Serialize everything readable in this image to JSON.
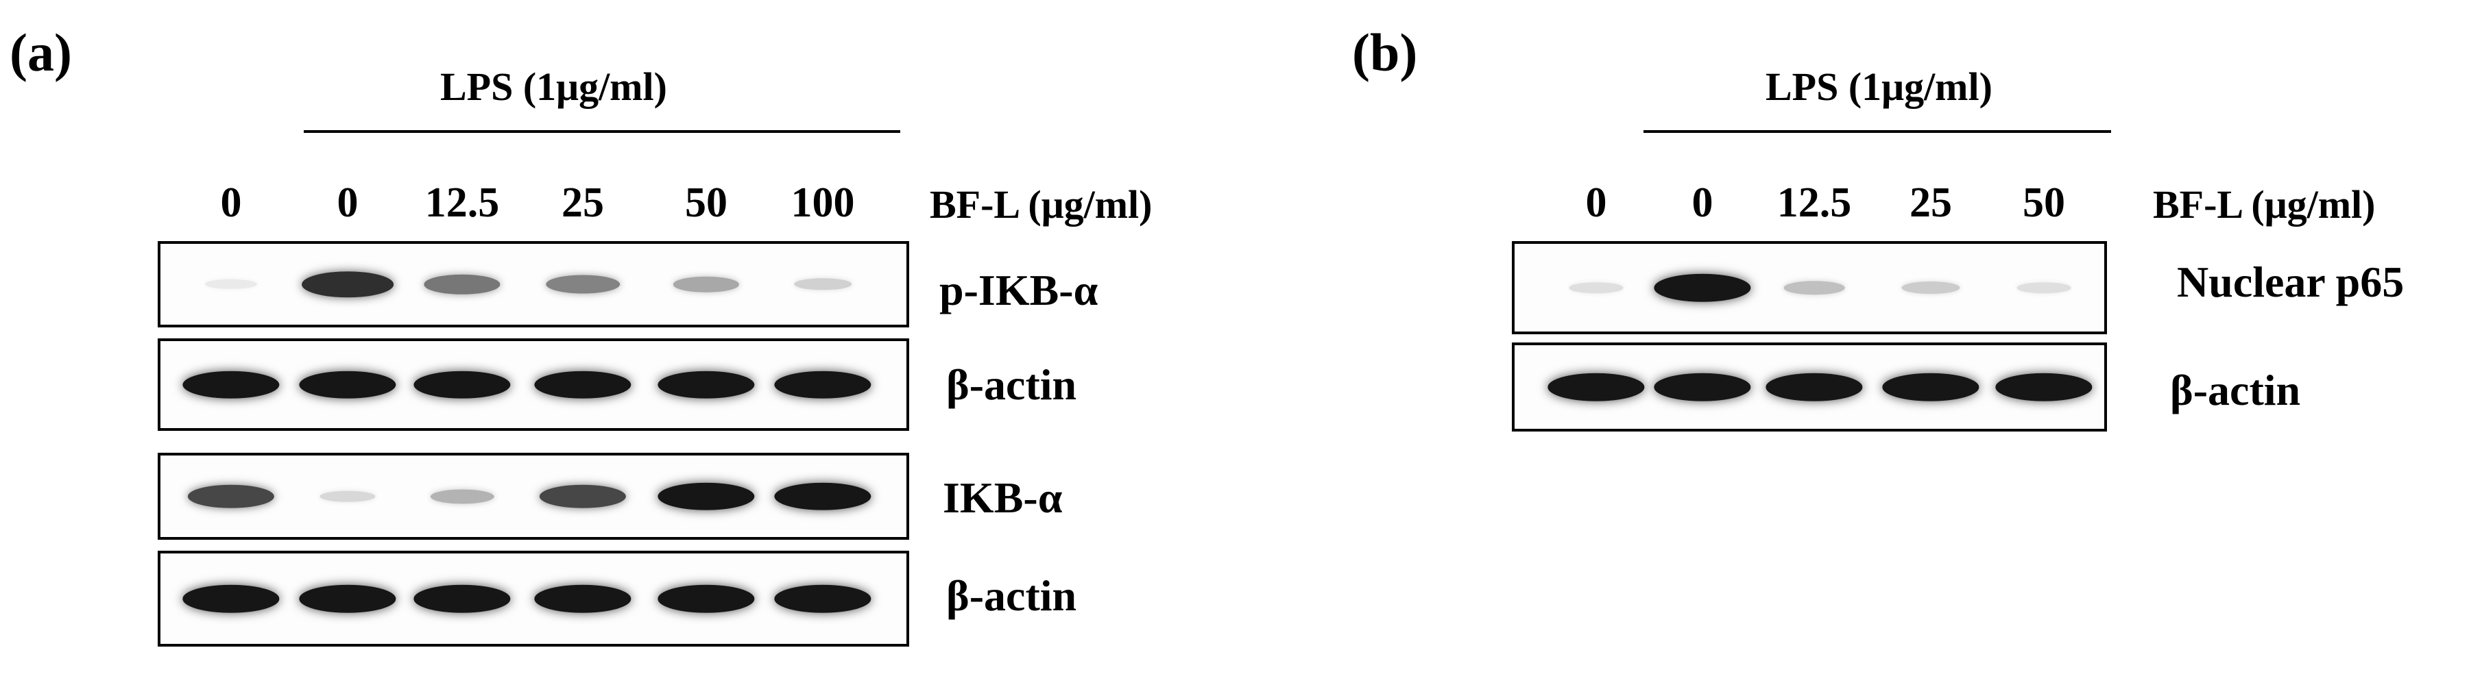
{
  "panel_a": {
    "label": "(a)",
    "treatment_label": "LPS (1μg/ml)",
    "dose_axis_label": "BF-L (μg/ml)",
    "lanes": [
      "0",
      "0",
      "12.5",
      "25",
      "50",
      "100"
    ],
    "blots": [
      {
        "name": "p-IKB-α",
        "intensity": [
          0.08,
          0.85,
          0.55,
          0.5,
          0.35,
          0.18
        ]
      },
      {
        "name": "β-actin",
        "intensity": [
          0.95,
          0.95,
          0.95,
          0.95,
          0.95,
          0.95
        ]
      },
      {
        "name": "IKB-α",
        "intensity": [
          0.75,
          0.15,
          0.3,
          0.75,
          0.95,
          0.95
        ]
      },
      {
        "name": "β-actin",
        "intensity": [
          0.95,
          0.95,
          0.95,
          0.95,
          0.95,
          0.95
        ]
      }
    ]
  },
  "panel_b": {
    "label": "(b)",
    "treatment_label": "LPS (1μg/ml)",
    "dose_axis_label": "BF-L (μg/ml)",
    "lanes": [
      "0",
      "0",
      "12.5",
      "25",
      "50"
    ],
    "blots": [
      {
        "name": "Nuclear p65",
        "intensity": [
          0.12,
          0.95,
          0.25,
          0.2,
          0.12
        ]
      },
      {
        "name": "β-actin",
        "intensity": [
          0.95,
          0.95,
          0.95,
          0.95,
          0.95
        ]
      }
    ]
  }
}
